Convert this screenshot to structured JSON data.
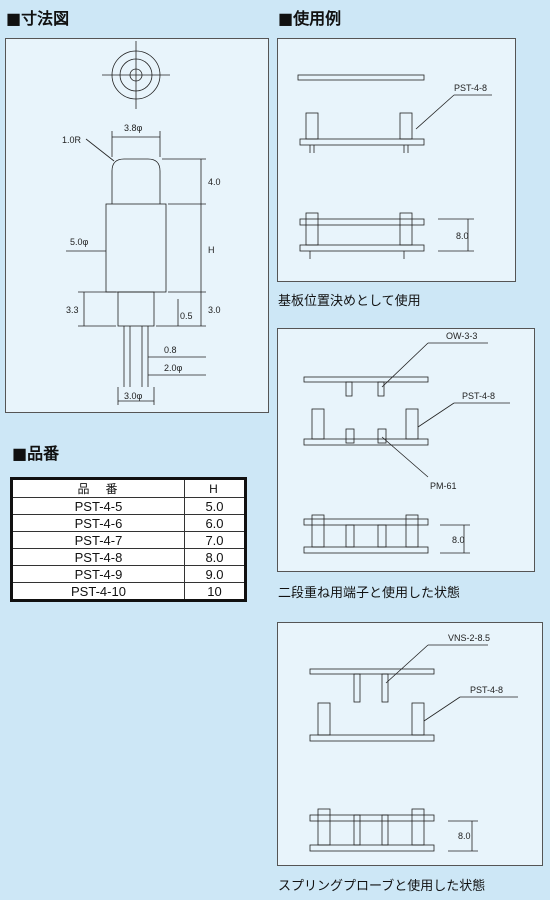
{
  "sections": {
    "dimension_title": "■寸法図",
    "usage_title": "■使用例",
    "parts_title": "■品番"
  },
  "dimension_labels": {
    "radius": "1.0R",
    "top_dia": "3.8φ",
    "head_len": "4.0",
    "body_dia": "5.0φ",
    "height": "H",
    "left_len": "3.3",
    "right_len": "3.0",
    "pin_inner": "0.5",
    "pin_w": "0.8",
    "pin_dia": "2.0φ",
    "base_dia": "3.0φ"
  },
  "parts_table": {
    "headers": [
      "品　番",
      "H"
    ],
    "rows": [
      {
        "part": "PST-4-5",
        "h": "5.0"
      },
      {
        "part": "PST-4-6",
        "h": "6.0"
      },
      {
        "part": "PST-4-7",
        "h": "7.0"
      },
      {
        "part": "PST-4-8",
        "h": "8.0"
      },
      {
        "part": "PST-4-9",
        "h": "9.0"
      },
      {
        "part": "PST-4-10",
        "h": "10"
      }
    ]
  },
  "usage": [
    {
      "labels": [
        "PST-4-8"
      ],
      "dim": "8.0",
      "caption": "基板位置決めとして使用"
    },
    {
      "labels": [
        "OW-3-3",
        "PST-4-8",
        "PM-61"
      ],
      "dim": "8.0",
      "caption": "二段重ね用端子と使用した状態"
    },
    {
      "labels": [
        "VNS-2-8.5",
        "PST-4-8"
      ],
      "dim": "8.0",
      "caption": "スプリングプローブと使用した状態"
    }
  ]
}
